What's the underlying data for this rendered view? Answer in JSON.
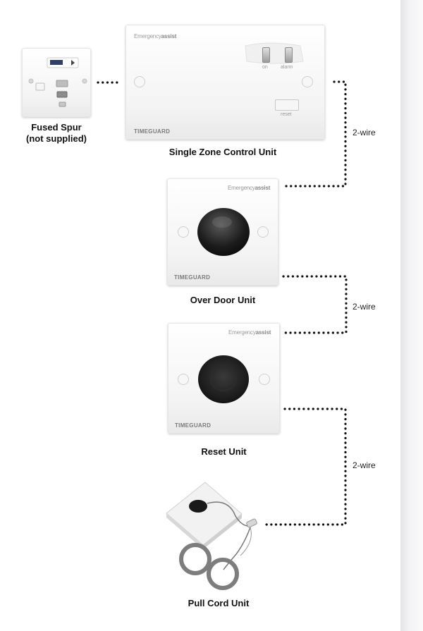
{
  "units": {
    "fused_spur": {
      "caption_line1": "Fused Spur",
      "caption_line2": "(not supplied)"
    },
    "control_unit": {
      "caption": "Single Zone Control Unit",
      "brand_light": "Emergency",
      "brand_bold": "assist",
      "switch_on": "on",
      "switch_alarm": "alarm",
      "reset_button": "reset",
      "maker": "TIMEGUARD"
    },
    "over_door": {
      "caption": "Over Door Unit",
      "brand_light": "Emergency",
      "brand_bold": "assist",
      "maker": "TIMEGUARD"
    },
    "reset_unit": {
      "caption": "Reset Unit",
      "brand_light": "Emergency",
      "brand_bold": "assist",
      "maker": "TIMEGUARD"
    },
    "pull_cord": {
      "caption": "Pull Cord Unit"
    }
  },
  "wires": {
    "label_1": "2-wire",
    "label_2": "2-wire",
    "label_3": "2-wire"
  }
}
